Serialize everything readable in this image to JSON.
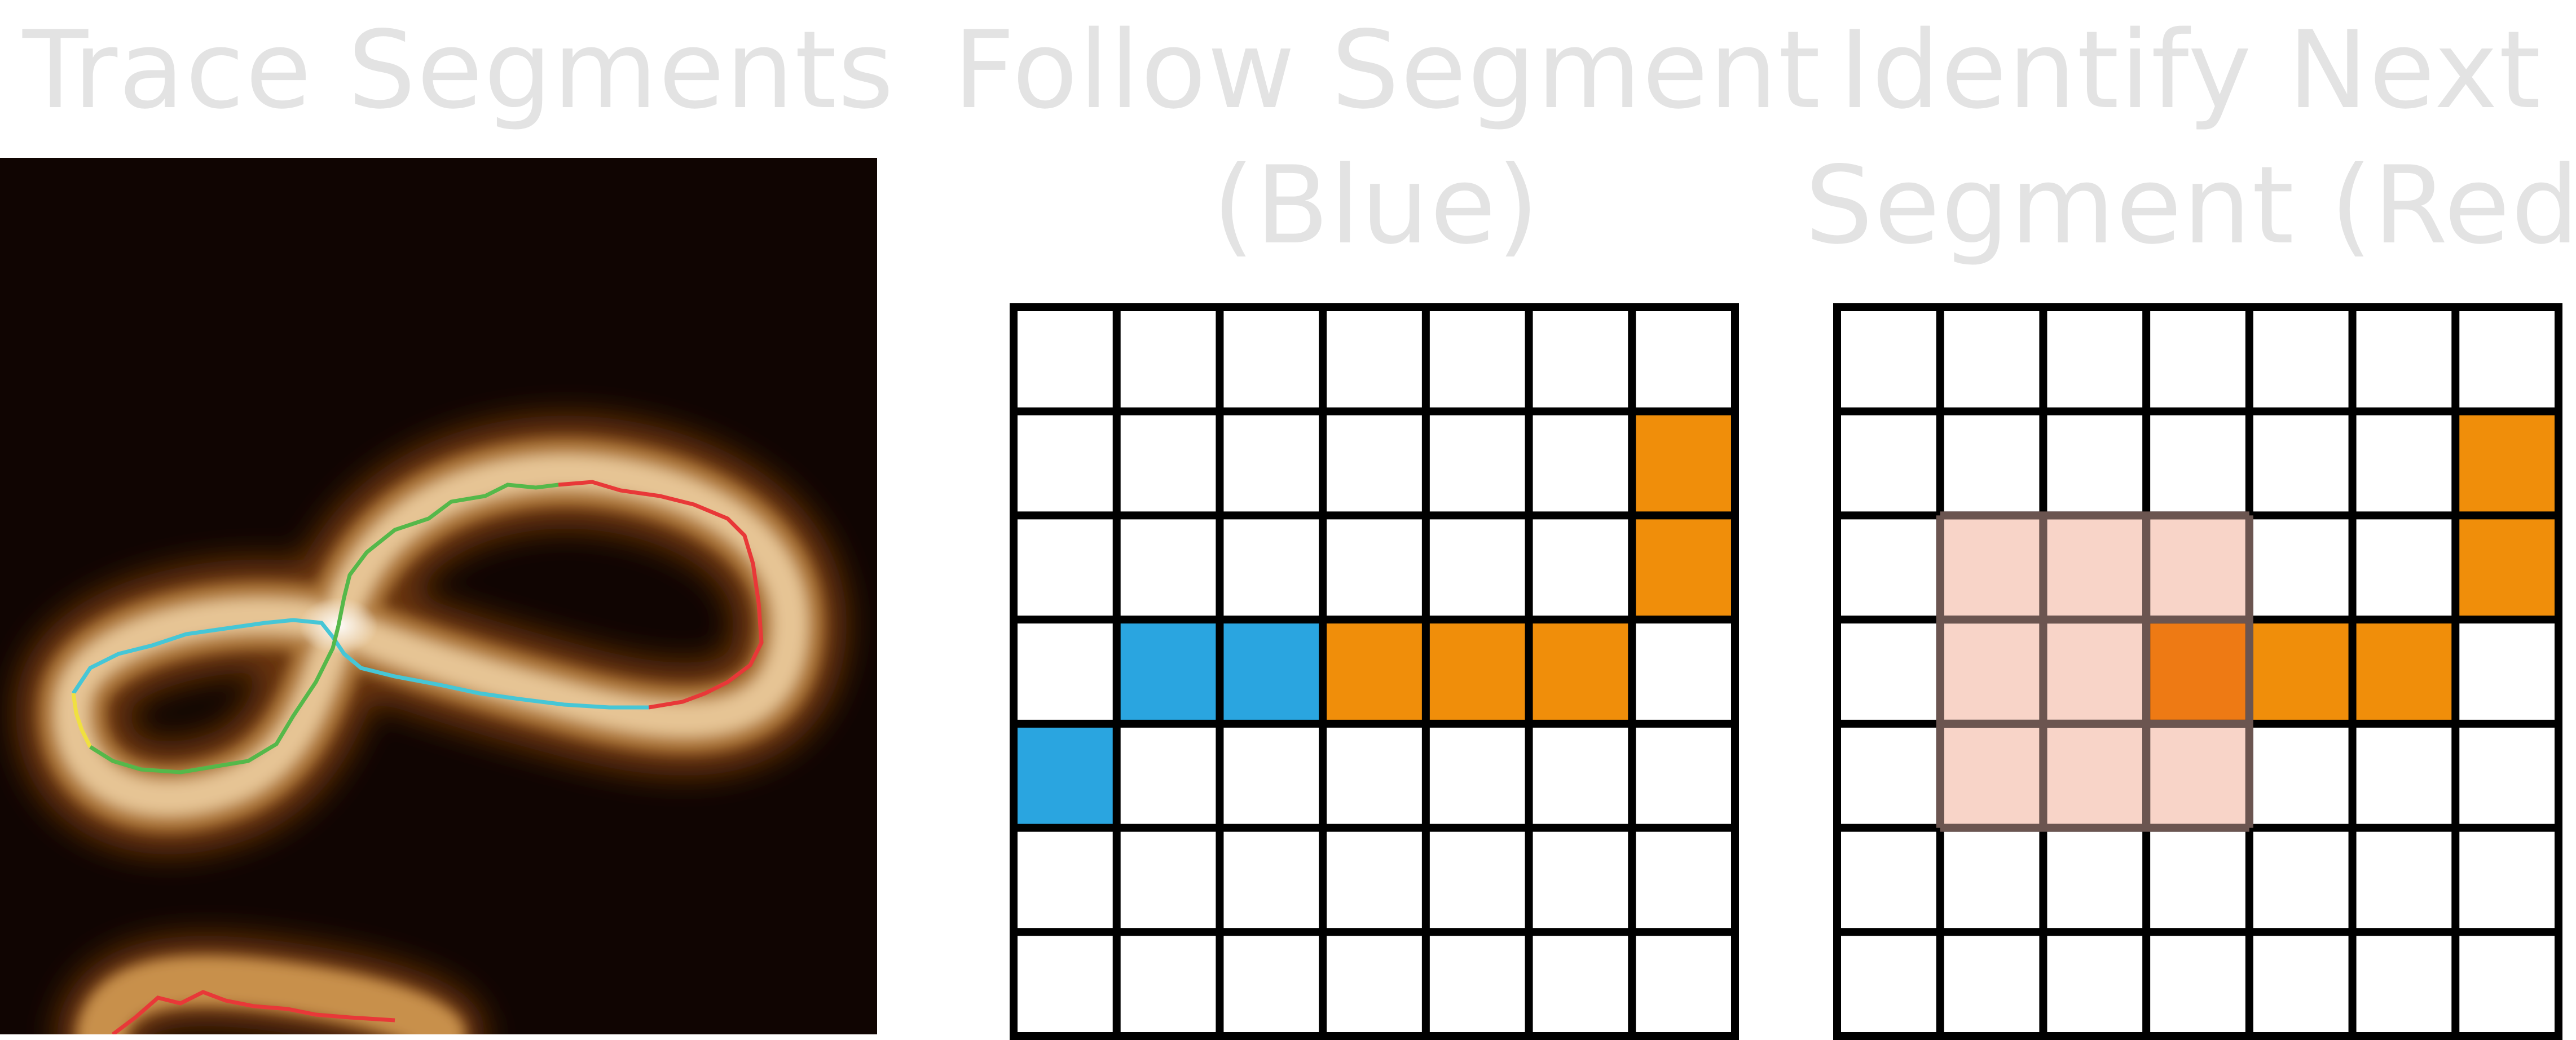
{
  "panels": {
    "trace": {
      "title": "Trace Segments"
    },
    "follow": {
      "title_line1": "Follow Segment",
      "title_line2": "(Blue)"
    },
    "next": {
      "title_line1": "Identify Next",
      "title_line2": "Segment (Red)"
    }
  },
  "grid": {
    "rows": 7,
    "cols": 7
  },
  "colors": {
    "blue": "#2aa5e0",
    "orange": "#f08e0a",
    "orange_dark": "#ee7a14",
    "pink": "#f8d4c8",
    "grid_line": "#000000",
    "highlight_border": "#6b5550",
    "title": "#e3e3e3",
    "trace_green": "#55b84a",
    "trace_red": "#e83838",
    "trace_cyan": "#46c6d6",
    "trace_yellow": "#f0e040"
  },
  "follow_cells": [
    {
      "row": 1,
      "col": 6,
      "color": "orange"
    },
    {
      "row": 2,
      "col": 6,
      "color": "orange"
    },
    {
      "row": 3,
      "col": 1,
      "color": "blue"
    },
    {
      "row": 3,
      "col": 2,
      "color": "blue"
    },
    {
      "row": 3,
      "col": 3,
      "color": "orange"
    },
    {
      "row": 3,
      "col": 4,
      "color": "orange"
    },
    {
      "row": 3,
      "col": 5,
      "color": "orange"
    },
    {
      "row": 4,
      "col": 0,
      "color": "blue"
    }
  ],
  "next_cells": [
    {
      "row": 1,
      "col": 6,
      "color": "orange"
    },
    {
      "row": 2,
      "col": 6,
      "color": "orange"
    },
    {
      "row": 2,
      "col": 1,
      "color": "pink"
    },
    {
      "row": 2,
      "col": 2,
      "color": "pink"
    },
    {
      "row": 2,
      "col": 3,
      "color": "pink"
    },
    {
      "row": 3,
      "col": 1,
      "color": "pink"
    },
    {
      "row": 3,
      "col": 2,
      "color": "pink"
    },
    {
      "row": 3,
      "col": 3,
      "color": "orange_dark"
    },
    {
      "row": 3,
      "col": 4,
      "color": "orange"
    },
    {
      "row": 3,
      "col": 5,
      "color": "orange"
    },
    {
      "row": 4,
      "col": 1,
      "color": "pink"
    },
    {
      "row": 4,
      "col": 2,
      "color": "pink"
    },
    {
      "row": 4,
      "col": 3,
      "color": "pink"
    }
  ],
  "next_highlight": {
    "row_start": 2,
    "col_start": 1,
    "rows": 3,
    "cols": 3
  }
}
